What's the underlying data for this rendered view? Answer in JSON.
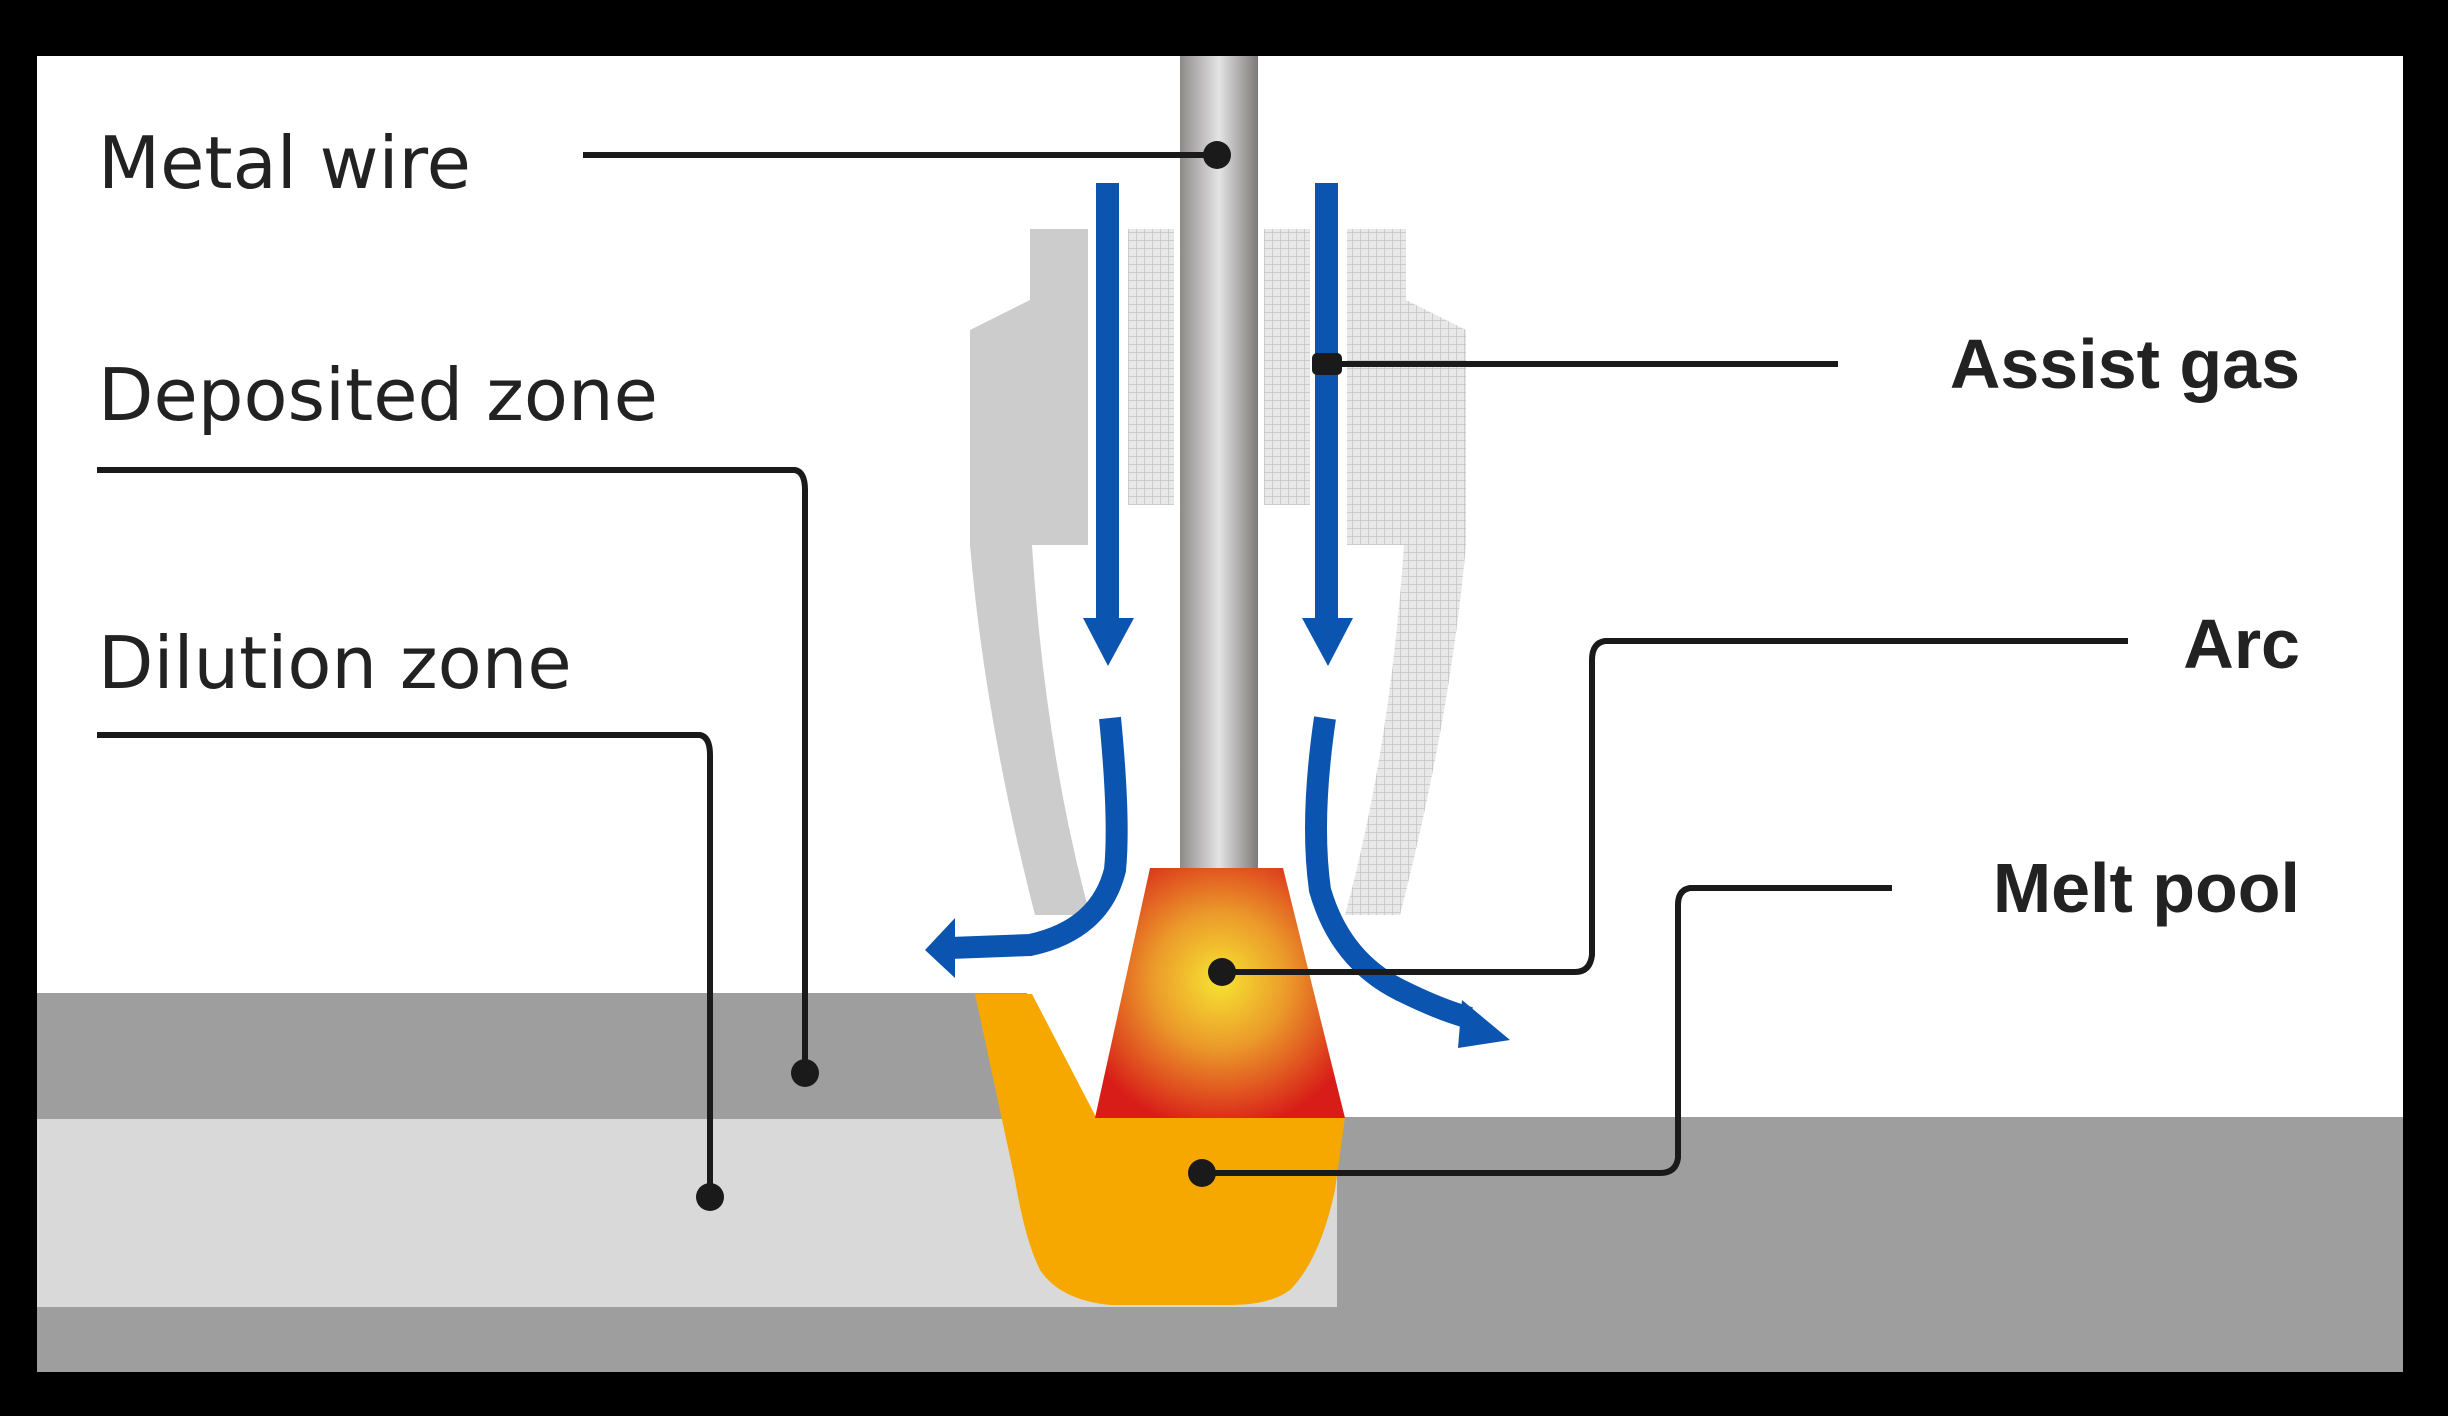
{
  "diagram": {
    "title": "Wire arc deposition process schematic",
    "labels": {
      "metal_wire": "Metal wire",
      "deposited_zone": "Deposited zone",
      "dilution_zone": "Dilution zone",
      "assist_gas": "Assist gas",
      "arc": "Arc",
      "melt_pool": "Melt pool"
    },
    "colors": {
      "background": "#ffffff",
      "frame": "#000000",
      "gas_arrow": "#0b55b0",
      "nozzle": "#cccccc",
      "wire": "#a9a9a9",
      "deposited_layer": "#9e9e9e",
      "dilution_layer": "#d9d9d9",
      "substrate": "#9e9e9e",
      "melt_pool": "#f7a800",
      "arc_outer": "#d91a1a",
      "arc_inner": "#f5e030",
      "leader_line": "#1a1a1a"
    }
  }
}
